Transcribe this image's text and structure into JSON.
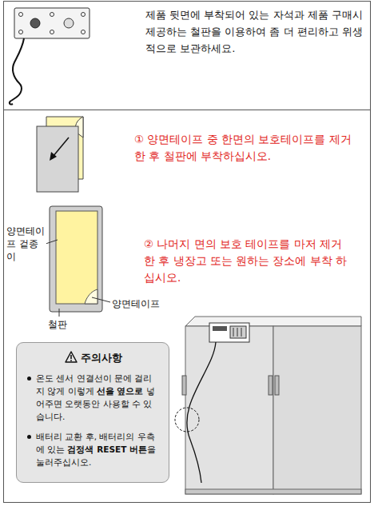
{
  "diagram": {
    "nodes": [
      {
        "text": [
          "주의사항",
          "온도 센서 연결선이 문에 걸리지 않게 이렇게",
          "선을 옆으로",
          "넣어주면 오랫동안 사용할 수 있습니다.",
          "배터리 교환 후, 배터리의 우측에 있는",
          "검정색 RESET 버튼",
          "을 눌러주십시오."
        ]
      }
    ],
    "labels": [
      "제품 뒷면에 부착되어 있는 자석과 제품 구매시 제공하는 철판을 이용하여 좀 더 편리하고 위생적으로 보관하세요.",
      "① 양면테이프 중 한면의 보호테이프를 제거한 후 철판에 부착하십시오.",
      "② 나머지 면의 보호 테이프를 마저 제거 한 후 냉장고 또는 원하는 장소에 부착 하십시오.",
      "양면테이프 겉종이",
      "양면테이프",
      "철판"
    ]
  }
}
